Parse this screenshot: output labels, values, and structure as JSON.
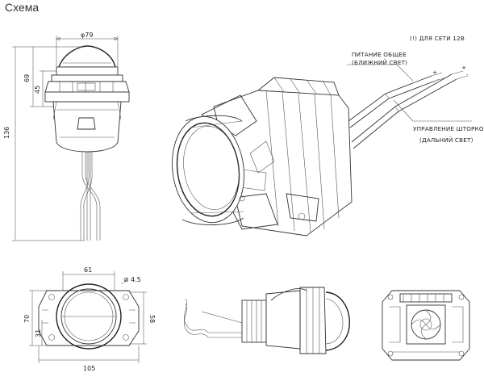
{
  "page": {
    "title": "Схема"
  },
  "dimensions": {
    "top_width": "φ79",
    "left_height": "136",
    "mid_height_1": "69",
    "mid_height_2": "45",
    "bottom_width_top": "61",
    "hole": "4.5",
    "bottom_height_left": "70",
    "bottom_height_left_2": "31",
    "bottom_height_right": "58",
    "bottom_width": "105"
  },
  "notes": {
    "network": "(!) ДЛЯ СЕТИ 12В",
    "power_line1": "ПИТАНИЕ ОБЩЕЕ",
    "power_line2": "(БЛИЖНИЙ СВЕТ)",
    "shutter_line1": "УПРАВЛЕНИЕ ШТОРКОЙ",
    "shutter_line2": "(ДАЛЬНИЙ СВЕТ)",
    "plus": "+",
    "minus": "-"
  }
}
